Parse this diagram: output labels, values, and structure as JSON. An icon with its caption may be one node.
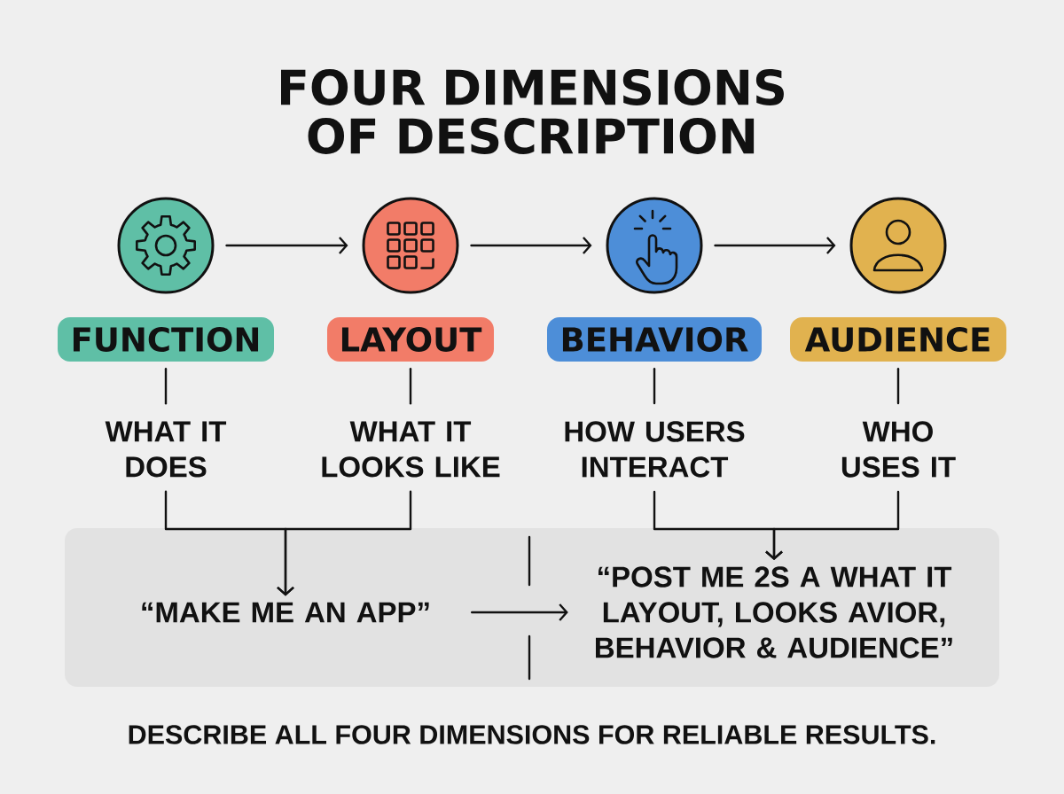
{
  "diagram": {
    "title": "FOUR DIMENSIONS OF DESCRIPTION",
    "caption": "DESCRIBE ALL FOUR DIMENSIONS FOR RELIABLE RESULTS.",
    "nodes": [
      {
        "text": [],
        "shape": "circle"
      },
      {
        "text": [],
        "shape": "circle"
      },
      {
        "text": [],
        "shape": "circle"
      },
      {
        "text": [],
        "shape": "circle"
      },
      {
        "text": [
          "FUNCTION"
        ]
      },
      {
        "text": [
          "LAYOUT"
        ]
      },
      {
        "text": [
          "BEHAVIOR"
        ]
      },
      {
        "text": [
          "AUDIENCE"
        ]
      },
      {
        "text": [
          "WHAT IT DOES"
        ]
      },
      {
        "text": [
          "WHAT IT LOOKS LIKE"
        ]
      },
      {
        "text": [
          "HOW USERS INTERACT"
        ]
      },
      {
        "text": [
          "WHO USES IT"
        ]
      },
      {
        "text": [],
        "shape": "box"
      },
      {
        "text": [
          "“MAKE ME AN APP”"
        ],
        "in": 12
      },
      {
        "text": [
          "“POST ME 2S A WHAT IT LAYOUT, LOOKS AVIOR, BEHAVIOR & AUDIENCE”"
        ],
        "in": 12
      }
    ],
    "edges": [
      {
        "from": 0,
        "to": 1,
        "arrow": "to"
      },
      {
        "from": 1,
        "to": 2,
        "arrow": "to"
      },
      {
        "from": 2,
        "to": 3,
        "arrow": "to"
      },
      {
        "from": 4,
        "to": 8,
        "arrow": "none"
      },
      {
        "from": 5,
        "to": 9,
        "arrow": "none"
      },
      {
        "from": 6,
        "to": 10,
        "arrow": "none"
      },
      {
        "from": 7,
        "to": 11,
        "arrow": "none"
      },
      {
        "from": 8,
        "to": 13,
        "arrow": "to"
      },
      {
        "from": 9,
        "to": 13,
        "arrow": "to"
      },
      {
        "from": 10,
        "to": 14,
        "arrow": "to"
      },
      {
        "from": 11,
        "to": 14,
        "arrow": "to"
      },
      {
        "from": 13,
        "to": 14,
        "arrow": "to"
      }
    ]
  }
}
